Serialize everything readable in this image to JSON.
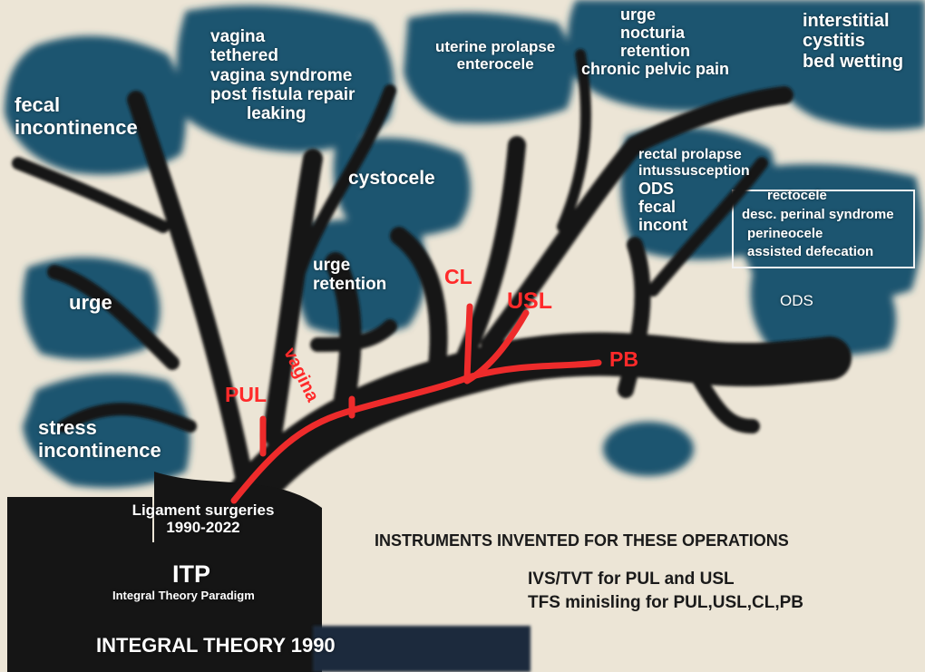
{
  "colors": {
    "canopy": "#1d5570",
    "trunk": "#141414",
    "branch_red": "#ee2b2b",
    "background": "#ece5d6",
    "ground": "#1b2b3c"
  },
  "canopy_labels": {
    "fecal": [
      "fecal",
      "incontinence"
    ],
    "vagina": [
      "vagina",
      "tethered",
      "vagina syndrome",
      "post fistula repair",
      "leaking"
    ],
    "uterine": [
      "uterine prolapse",
      "enterocele"
    ],
    "urge_group": [
      "urge",
      "nocturia",
      "retention",
      "chronic pelvic pain"
    ],
    "interstitial": [
      "interstitial",
      "cystitis",
      "bed wetting"
    ],
    "cystocele": [
      "cystocele"
    ],
    "rectal": [
      "rectal  prolapse",
      "intussusception",
      "ODS",
      "fecal",
      "incont"
    ],
    "rectocele": [
      "rectocele",
      "desc. perinal syndrome",
      "perineocele",
      "assisted defecation"
    ],
    "urge_retention": [
      "urge",
      "retention"
    ],
    "urge_left": [
      "urge"
    ],
    "ods": [
      "ODS"
    ],
    "stress": [
      "stress",
      "incontinence"
    ]
  },
  "ligaments": {
    "pul": "PUL",
    "vagina": "vagina",
    "cl": "CL",
    "usl": "USL",
    "pb": "PB"
  },
  "base": {
    "surgeries": [
      "Ligament surgeries",
      "1990-2022"
    ],
    "itp": "ITP",
    "itp_sub": "Integral Theory Paradigm",
    "theory": "INTEGRAL THEORY 1990"
  },
  "instruments": {
    "heading": "INSTRUMENTS INVENTED FOR THESE OPERATIONS",
    "lines": [
      "IVS/TVT for PUL and USL",
      "TFS minisling for PUL,USL,CL,PB"
    ]
  }
}
